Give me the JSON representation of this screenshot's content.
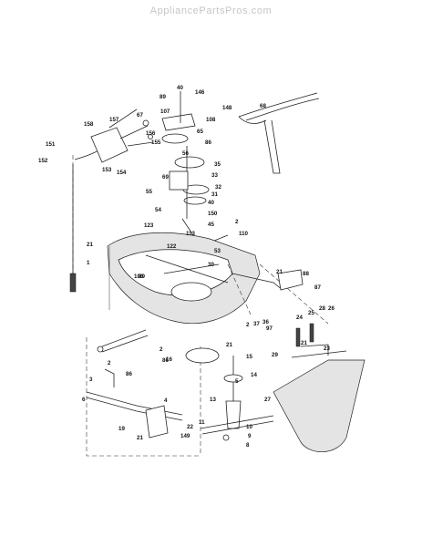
{
  "watermark": "AppliancePartsPros.com",
  "callouts": [
    "1",
    "2",
    "2",
    "2",
    "2",
    "3",
    "4",
    "5",
    "6",
    "8",
    "9",
    "10",
    "11",
    "13",
    "14",
    "15",
    "16",
    "19",
    "21",
    "21",
    "21",
    "21",
    "21",
    "22",
    "23",
    "24",
    "25",
    "26",
    "27",
    "28",
    "29",
    "30",
    "31",
    "32",
    "33",
    "35",
    "36",
    "37",
    "40",
    "40",
    "45",
    "53",
    "54",
    "55",
    "56",
    "65",
    "67",
    "68",
    "69",
    "86",
    "86",
    "86",
    "87",
    "88",
    "89",
    "89",
    "97",
    "106",
    "107",
    "108",
    "110",
    "113",
    "122",
    "123",
    "146",
    "148",
    "149",
    "150",
    "151",
    "152",
    "153",
    "154",
    "155",
    "156",
    "157",
    "158"
  ]
}
